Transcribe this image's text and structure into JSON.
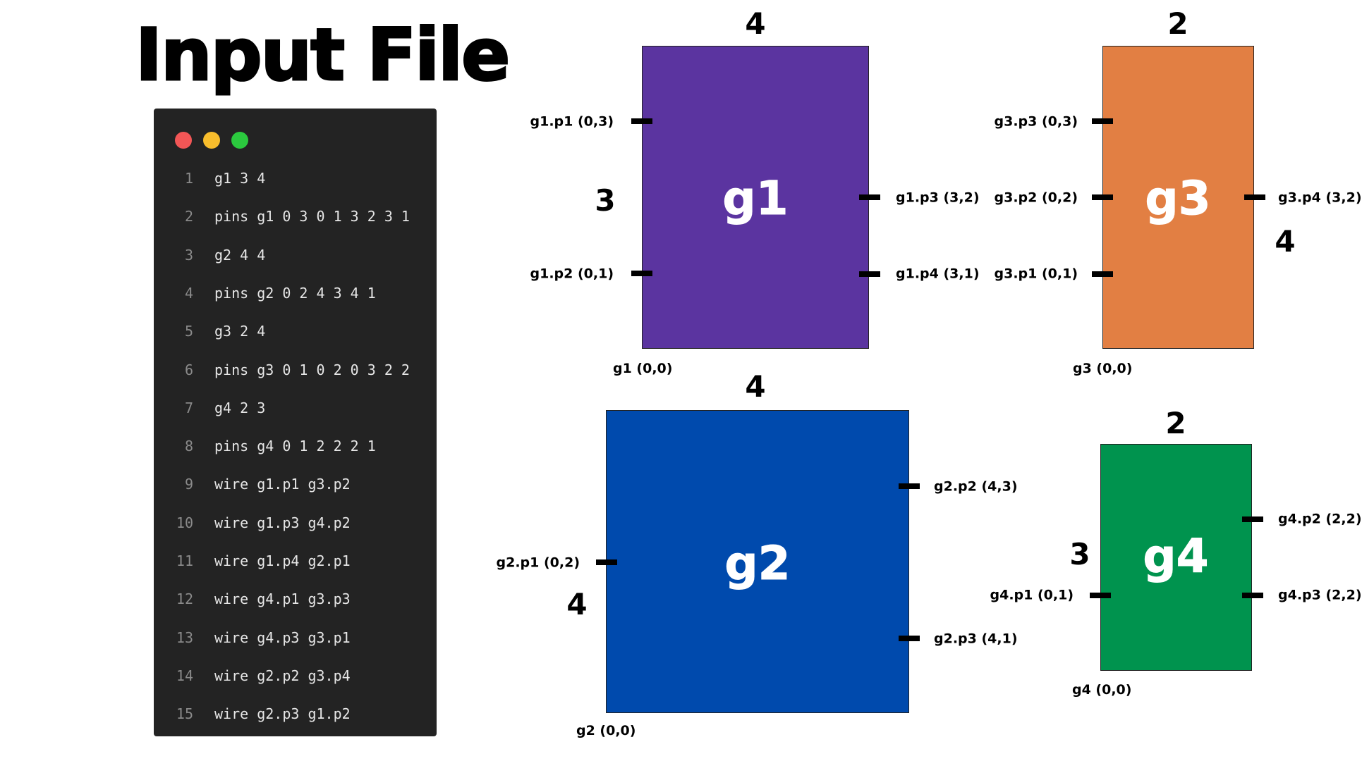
{
  "title": "Input File",
  "editor": {
    "window_dots": [
      {
        "name": "close",
        "color": "#f25656"
      },
      {
        "name": "minimize",
        "color": "#f8bd2c"
      },
      {
        "name": "maximize",
        "color": "#2bc93e"
      }
    ],
    "lines": [
      {
        "num": "1",
        "text": "g1 3 4"
      },
      {
        "num": "2",
        "text": "pins g1 0 3 0 1 3 2 3 1"
      },
      {
        "num": "3",
        "text": "g2 4 4"
      },
      {
        "num": "4",
        "text": "pins g2 0 2 4 3 4 1"
      },
      {
        "num": "5",
        "text": "g3 2 4"
      },
      {
        "num": "6",
        "text": "pins g3 0 1 0 2 0 3 2 2"
      },
      {
        "num": "7",
        "text": "g4 2 3"
      },
      {
        "num": "8",
        "text": "pins g4 0 1 2 2 2 1"
      },
      {
        "num": "9",
        "text": "wire g1.p1 g3.p2"
      },
      {
        "num": "10",
        "text": "wire g1.p3 g4.p2"
      },
      {
        "num": "11",
        "text": "wire g1.p4 g2.p1"
      },
      {
        "num": "12",
        "text": "wire g4.p1 g3.p3"
      },
      {
        "num": "13",
        "text": "wire g4.p3 g3.p1"
      },
      {
        "num": "14",
        "text": "wire g2.p2 g3.p4"
      },
      {
        "num": "15",
        "text": "wire g2.p3 g1.p2"
      }
    ]
  },
  "gates": [
    {
      "id": "g1",
      "label": "g1",
      "color": "#5b34a0",
      "width_label": "4",
      "height_label": "3",
      "origin_label": "g1 (0,0)",
      "pins": [
        {
          "label": "g1.p1 (0,3)"
        },
        {
          "label": "g1.p2 (0,1)"
        },
        {
          "label": "g1.p3 (3,2)"
        },
        {
          "label": "g1.p4 (3,1)"
        }
      ]
    },
    {
      "id": "g3",
      "label": "g3",
      "color": "#e27f43",
      "width_label": "2",
      "height_label": "4",
      "origin_label": "g3 (0,0)",
      "pins": [
        {
          "label": "g3.p3 (0,3)"
        },
        {
          "label": "g3.p2 (0,2)"
        },
        {
          "label": "g3.p1 (0,1)"
        },
        {
          "label": "g3.p4 (3,2)"
        }
      ]
    },
    {
      "id": "g2",
      "label": "g2",
      "color": "#004aad",
      "width_label": "4",
      "height_label": "4",
      "origin_label": "g2 (0,0)",
      "pins": [
        {
          "label": "g2.p1 (0,2)"
        },
        {
          "label": "g2.p2 (4,3)"
        },
        {
          "label": "g2.p3 (4,1)"
        }
      ]
    },
    {
      "id": "g4",
      "label": "g4",
      "color": "#00934e",
      "width_label": "2",
      "height_label": "3",
      "origin_label": "g4 (0,0)",
      "pins": [
        {
          "label": "g4.p1 (0,1)"
        },
        {
          "label": "g4.p2 (2,2)"
        },
        {
          "label": "g4.p3 (2,2)"
        }
      ]
    }
  ]
}
